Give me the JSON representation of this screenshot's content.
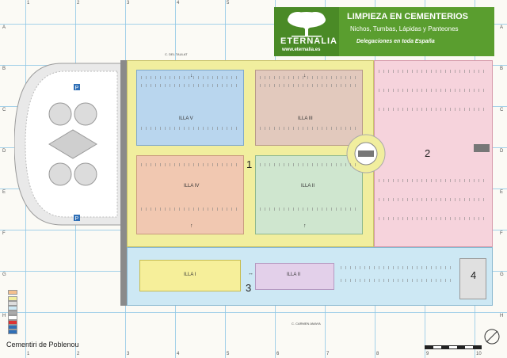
{
  "map": {
    "title": "Cementiri de Poblenou",
    "zones": {
      "zone1": "1",
      "zone2": "2",
      "zone3": "3",
      "zone4": "4"
    },
    "islands": {
      "illa_v": "ILLA V",
      "illa_iii": "ILLA III",
      "illa_iv": "ILLA IV",
      "illa_ii_top": "ILLA II",
      "illa_i": "ILLA I",
      "illa_ii_bottom": "ILLA II"
    },
    "streets": {
      "bottom": "C. CARMEN AMAYA",
      "top": "C. DEL TAULAT"
    },
    "grid_cols": [
      "1",
      "2",
      "3",
      "4",
      "5",
      "6",
      "7",
      "8",
      "9",
      "10"
    ],
    "grid_rows": [
      "A",
      "B",
      "C",
      "D",
      "E",
      "F",
      "G",
      "H"
    ],
    "colors": {
      "illa_v": "#b9d6ee",
      "illa_iii": "#e2c9bd",
      "illa_iv": "#f1c8b1",
      "illa_ii": "#cfe6cf",
      "illa_i": "#f6ef9a",
      "illa_ii_bottom": "#e3d0ea",
      "zone2": "#f6d3dc",
      "walkway": "#f1ee9e",
      "lower_band": "#cde8f4"
    }
  },
  "banner": {
    "brand": "ETERNALIA",
    "url": "www.eternalia.es",
    "headline": "LIMPIEZA EN CEMENTERIOS",
    "subline": "Nichos, Tumbas, Lápidas y Panteones",
    "tagline": "Delegaciones en toda España"
  }
}
